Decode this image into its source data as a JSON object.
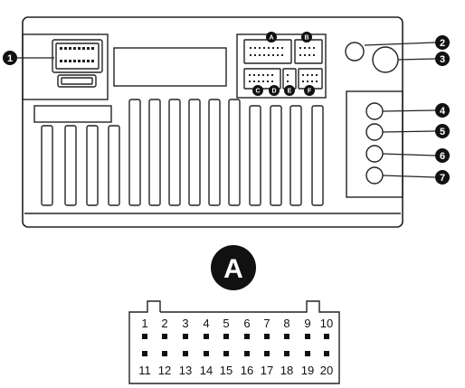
{
  "rear_panel": {
    "callouts": [
      "1",
      "2",
      "3",
      "4",
      "5",
      "6",
      "7"
    ],
    "port_letters": [
      "A",
      "B",
      "C",
      "D",
      "E",
      "F"
    ]
  },
  "connector_detail": {
    "letter": "A",
    "top_pins": [
      "1",
      "2",
      "3",
      "4",
      "5",
      "6",
      "7",
      "8",
      "9",
      "10"
    ],
    "bottom_pins": [
      "11",
      "12",
      "13",
      "14",
      "15",
      "16",
      "17",
      "18",
      "19",
      "20"
    ]
  }
}
